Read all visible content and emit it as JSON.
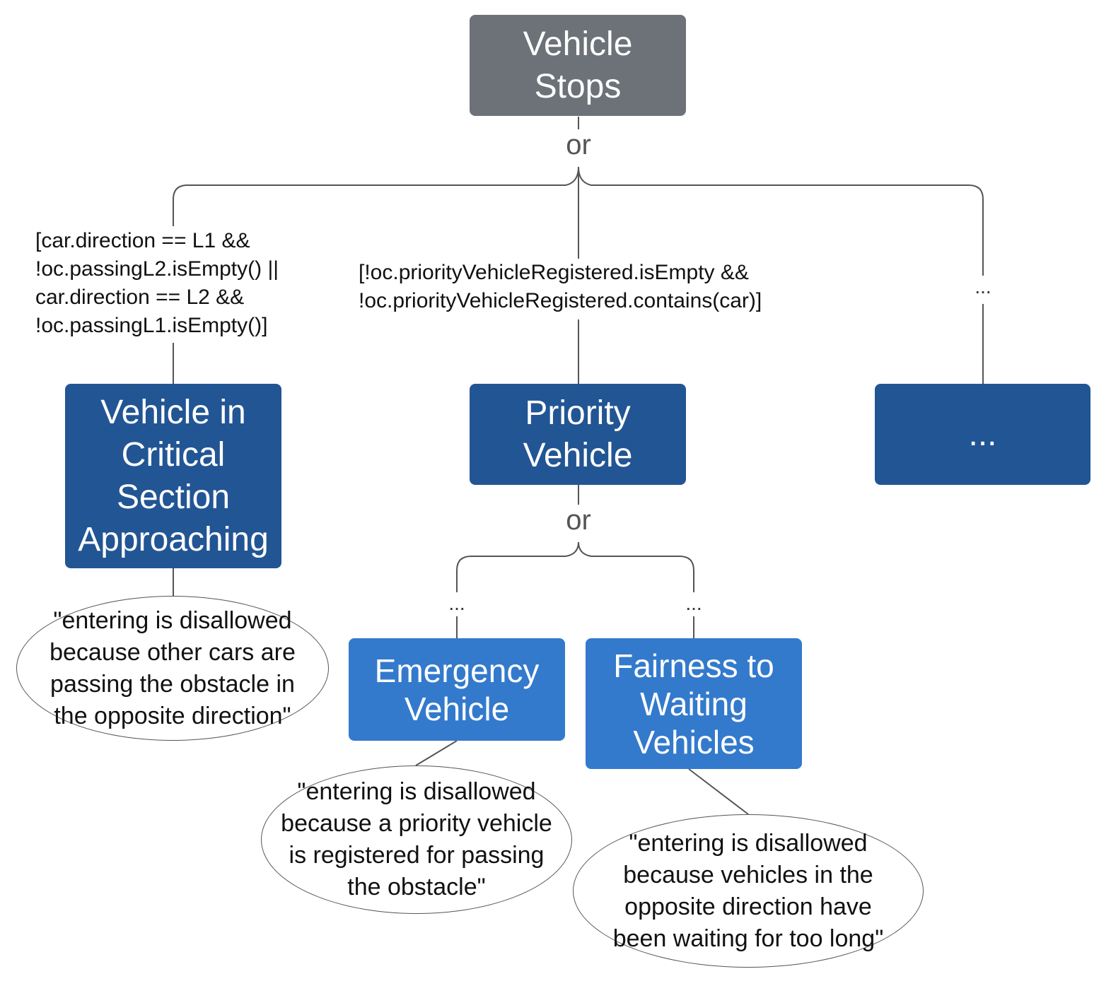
{
  "nodes": {
    "vehicle_stops": "Vehicle\nStops",
    "critical_section": "Vehicle in\nCritical\nSection\nApproaching",
    "priority_vehicle": "Priority\nVehicle",
    "other": "...",
    "emergency_vehicle": "Emergency\nVehicle",
    "fairness": "Fairness to\nWaiting\nVehicles"
  },
  "operators": {
    "root_or": "or",
    "priority_or": "or"
  },
  "conditions": {
    "critical_section": "[car.direction == L1 &&\n !oc.passingL2.isEmpty() ||\n car.direction == L2 &&\n !oc.passingL1.isEmpty()]",
    "priority_vehicle": "[!oc.priorityVehicleRegistered.isEmpty &&\n!oc.priorityVehicleRegistered.contains(car)]",
    "other": "...",
    "emergency_vehicle": "...",
    "fairness": "..."
  },
  "notes": {
    "critical_section": "\"entering is disallowed\nbecause other cars are\npassing the obstacle in\nthe opposite direction\"",
    "emergency_vehicle": "\"entering is disallowed\nbecause a priority vehicle\nis registered for passing\nthe obstacle\"",
    "fairness": "\"entering is disallowed\nbecause vehicles in the\nopposite direction have\nbeen waiting for too long\""
  },
  "colors": {
    "root": "#6c7278",
    "refinement": "#225594",
    "leaf": "#337acc",
    "connector": "#555555"
  }
}
